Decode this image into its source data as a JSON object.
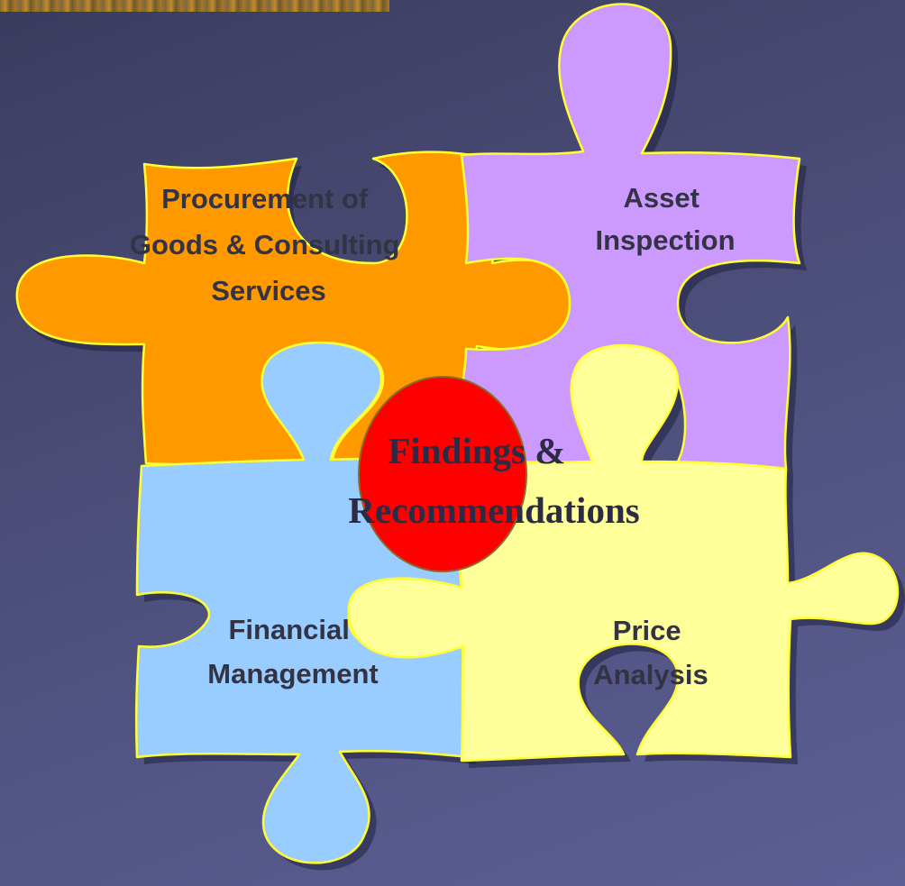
{
  "pieces": {
    "procurement": {
      "lines": [
        "Procurement of",
        "Goods & Consulting",
        "Services"
      ],
      "color": "#ff9900"
    },
    "asset": {
      "lines": [
        "Asset",
        "Inspection"
      ],
      "color": "#cc99ff"
    },
    "financial": {
      "lines": [
        "Financial",
        "Management"
      ],
      "color": "#99ccff"
    },
    "price": {
      "lines": [
        "Price",
        "Analysis"
      ],
      "color": "#ffff99"
    }
  },
  "center": {
    "lines": [
      "Findings &",
      "Recommendations"
    ],
    "color": "#ff0000"
  }
}
